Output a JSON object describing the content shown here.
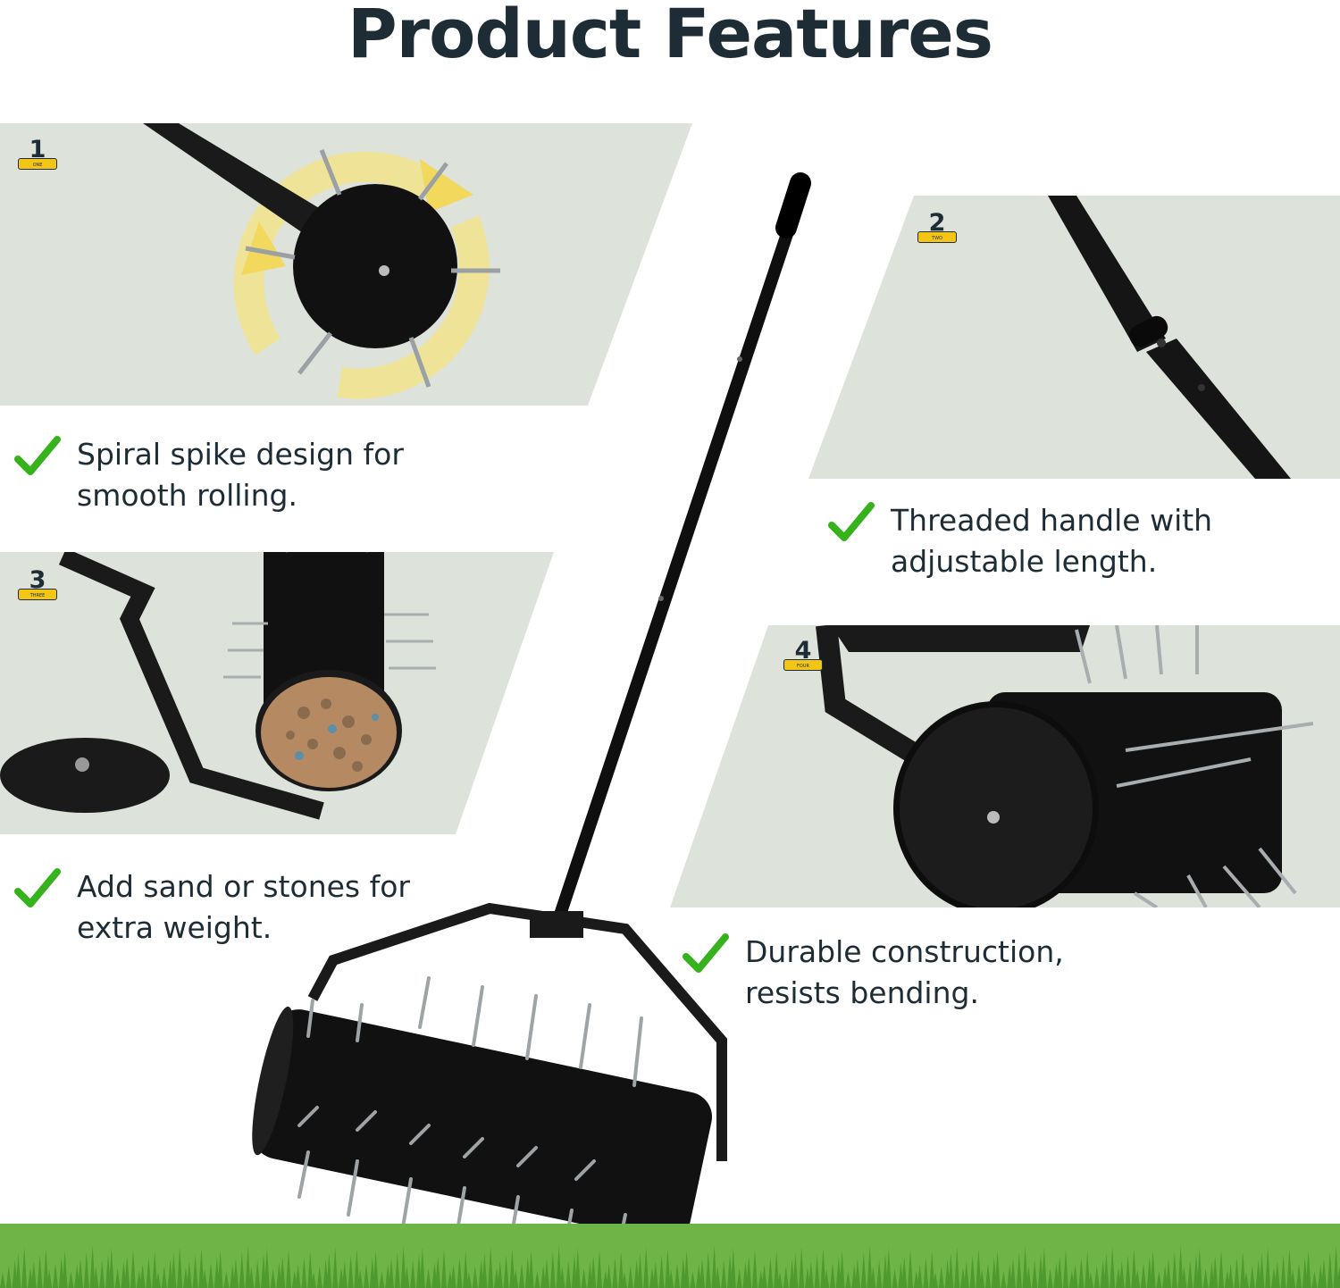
{
  "page": {
    "title": "Product Features"
  },
  "panels": [
    {
      "number": "1",
      "word": "ONE"
    },
    {
      "number": "2",
      "word": "TWO"
    },
    {
      "number": "3",
      "word": "THREE"
    },
    {
      "number": "4",
      "word": "FOUR"
    }
  ],
  "features": [
    {
      "line1": "Spiral spike design for",
      "line2": "smooth rolling."
    },
    {
      "line1": "Threaded handle with",
      "line2": "adjustable length."
    },
    {
      "line1": "Add sand or stones for",
      "line2": "extra weight."
    },
    {
      "line1": "Durable construction,",
      "line2": "resists bending."
    }
  ],
  "icons": {
    "check": "check-icon",
    "badge": "number-badge-icon"
  },
  "colors": {
    "title": "#1d2c35",
    "panel_bg": "#dde2db",
    "check": "#36b21c",
    "badge": "#f3c514",
    "grass": "#5fa83a",
    "metal": "#1a1a1a"
  }
}
